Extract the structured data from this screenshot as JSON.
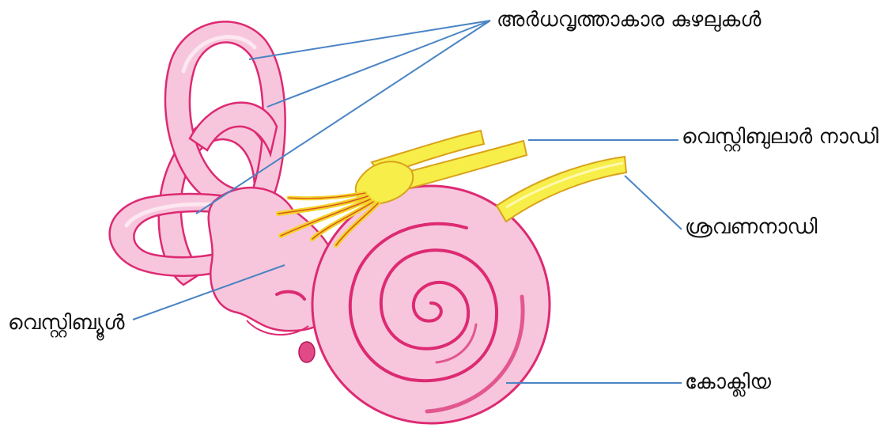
{
  "labels": {
    "semicircular_canals": "അർധവൃത്താകാര കുഴലുകൾ",
    "vestibular_nerve": "വെസ്റ്റിബുലാർ നാഡി",
    "auditory_nerve": "ശ്രവണനാഡി",
    "vestibule": "വെസ്റ്റിബ്യൂൾ",
    "cochlea": "കോക്ലിയ"
  },
  "colors": {
    "tissue_fill": "#f7c6dc",
    "tissue_highlight": "#fde7f0",
    "tissue_outline": "#dd2a72",
    "nerve_fill": "#f7ee4a",
    "nerve_outline": "#d9a21a",
    "leader_line": "#4a84c4"
  }
}
